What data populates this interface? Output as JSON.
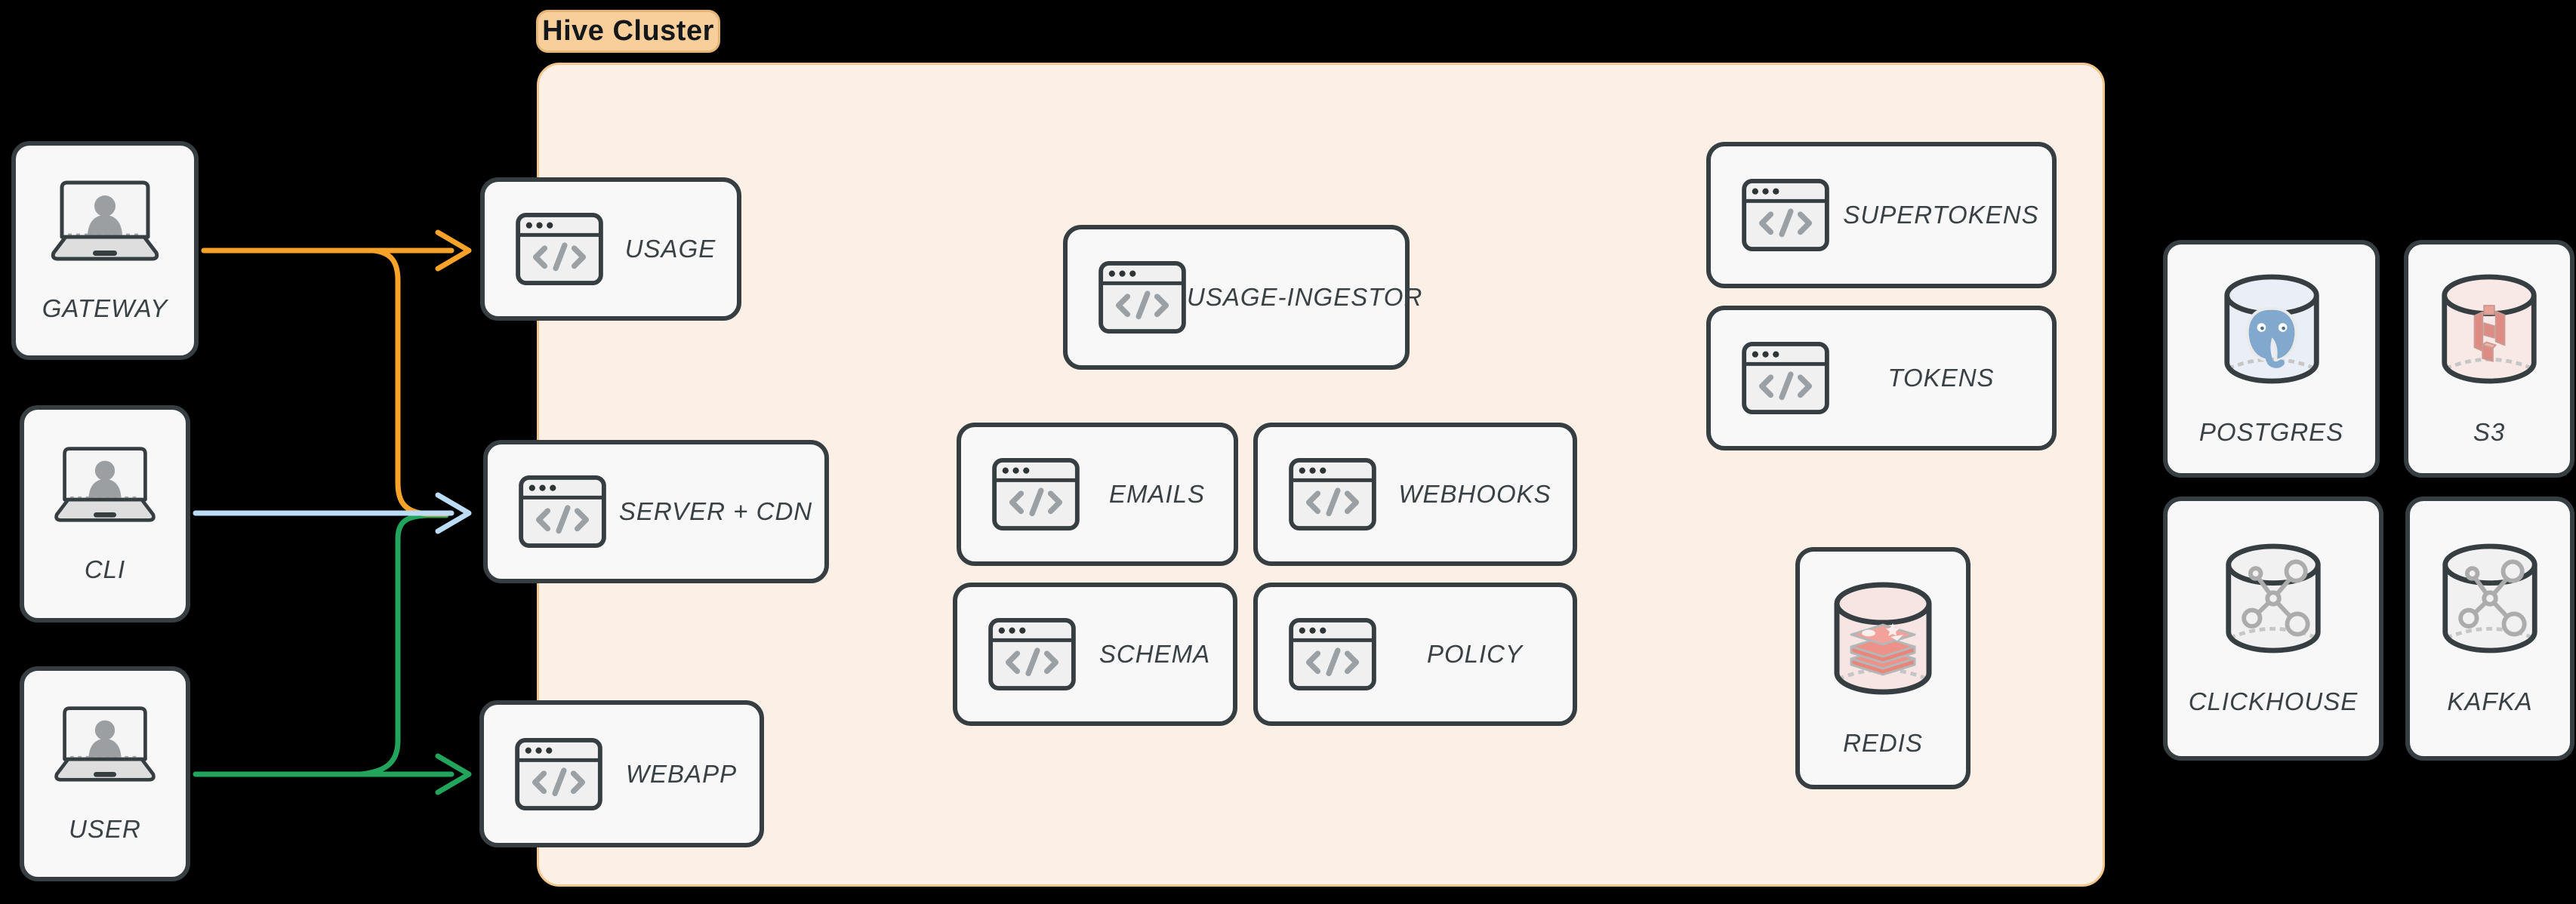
{
  "cluster": {
    "label": "Hive Cluster"
  },
  "nodes": {
    "gateway": {
      "label": "GATEWAY",
      "icon": "laptop-user-icon"
    },
    "cli": {
      "label": "CLI",
      "icon": "laptop-user-icon"
    },
    "user": {
      "label": "USER",
      "icon": "laptop-user-icon"
    },
    "usage": {
      "label": "USAGE",
      "icon": "code-window-icon"
    },
    "server_cdn": {
      "label": "SERVER + CDN",
      "icon": "code-window-icon"
    },
    "webapp": {
      "label": "WEBAPP",
      "icon": "code-window-icon"
    },
    "usage_ingestor": {
      "label": "USAGE-INGESTOR",
      "icon": "code-window-icon"
    },
    "emails": {
      "label": "EMAILS",
      "icon": "code-window-icon"
    },
    "webhooks": {
      "label": "WEBHOOKS",
      "icon": "code-window-icon"
    },
    "schema": {
      "label": "SCHEMA",
      "icon": "code-window-icon"
    },
    "policy": {
      "label": "POLICY",
      "icon": "code-window-icon"
    },
    "supertokens": {
      "label": "SUPERTOKENS",
      "icon": "code-window-icon"
    },
    "tokens": {
      "label": "TOKENS",
      "icon": "code-window-icon"
    },
    "redis": {
      "label": "REDIS",
      "icon": "redis-db-icon"
    },
    "postgres": {
      "label": "POSTGRES",
      "icon": "postgres-db-icon"
    },
    "s3": {
      "label": "S3",
      "icon": "s3-db-icon"
    },
    "clickhouse": {
      "label": "CLICKHOUSE",
      "icon": "clickhouse-db-icon"
    },
    "kafka": {
      "label": "KAFKA",
      "icon": "kafka-db-icon"
    }
  },
  "edges": [
    {
      "from": "GATEWAY",
      "to": "USAGE",
      "color_key": "edge_orange"
    },
    {
      "from": "GATEWAY",
      "to": "SERVER + CDN",
      "color_key": "edge_orange"
    },
    {
      "from": "CLI",
      "to": "SERVER + CDN",
      "color_key": "edge_blue"
    },
    {
      "from": "USER",
      "to": "SERVER + CDN",
      "color_key": "edge_green"
    },
    {
      "from": "USER",
      "to": "WEBAPP",
      "color_key": "edge_green"
    }
  ],
  "colors": {
    "edge_orange": "#F9A229",
    "edge_blue": "#BCDCF5",
    "edge_green": "#22A45D",
    "cluster_fill": "#FCF0E6",
    "cluster_border": "#F2C68C",
    "badge_fill": "#F8CE9A",
    "node_fill": "#F7F8F7",
    "node_border": "#373E42",
    "label_text": "#3A4145"
  }
}
